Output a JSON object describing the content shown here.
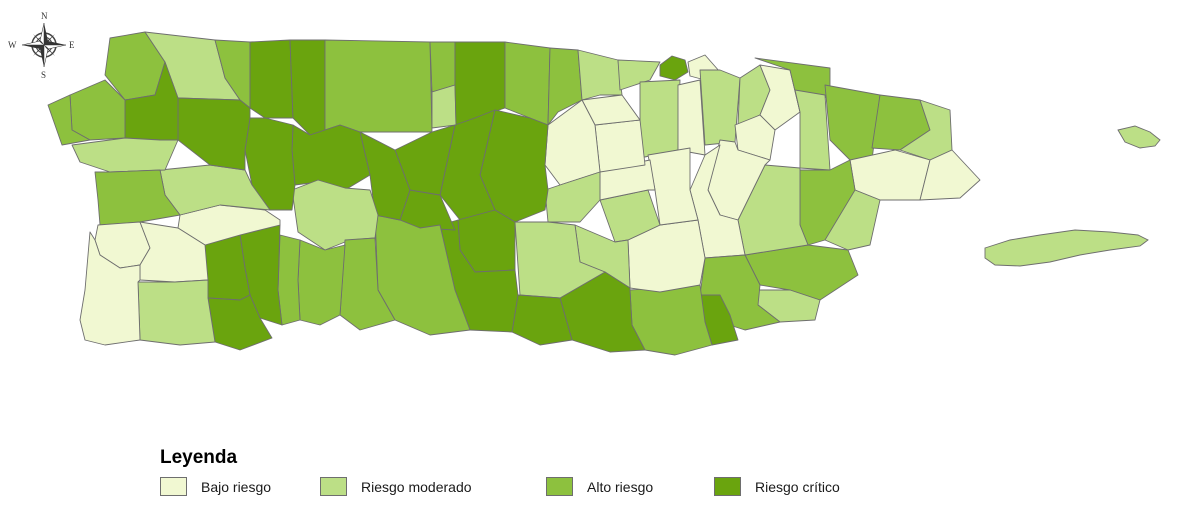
{
  "legend": {
    "title": "Leyenda",
    "items": [
      {
        "label": "Bajo riesgo",
        "color": "#f1f8d2"
      },
      {
        "label": "Riesgo moderado",
        "color": "#bcdf86"
      },
      {
        "label": "Alto riesgo",
        "color": "#8dc13e"
      },
      {
        "label": "Riesgo crítico",
        "color": "#6aa40e"
      }
    ]
  },
  "compass": {
    "north": "N",
    "east": "E",
    "south": "S",
    "west": "W"
  },
  "colors": {
    "border": "#6e6e6e",
    "background": "#ffffff"
  }
}
